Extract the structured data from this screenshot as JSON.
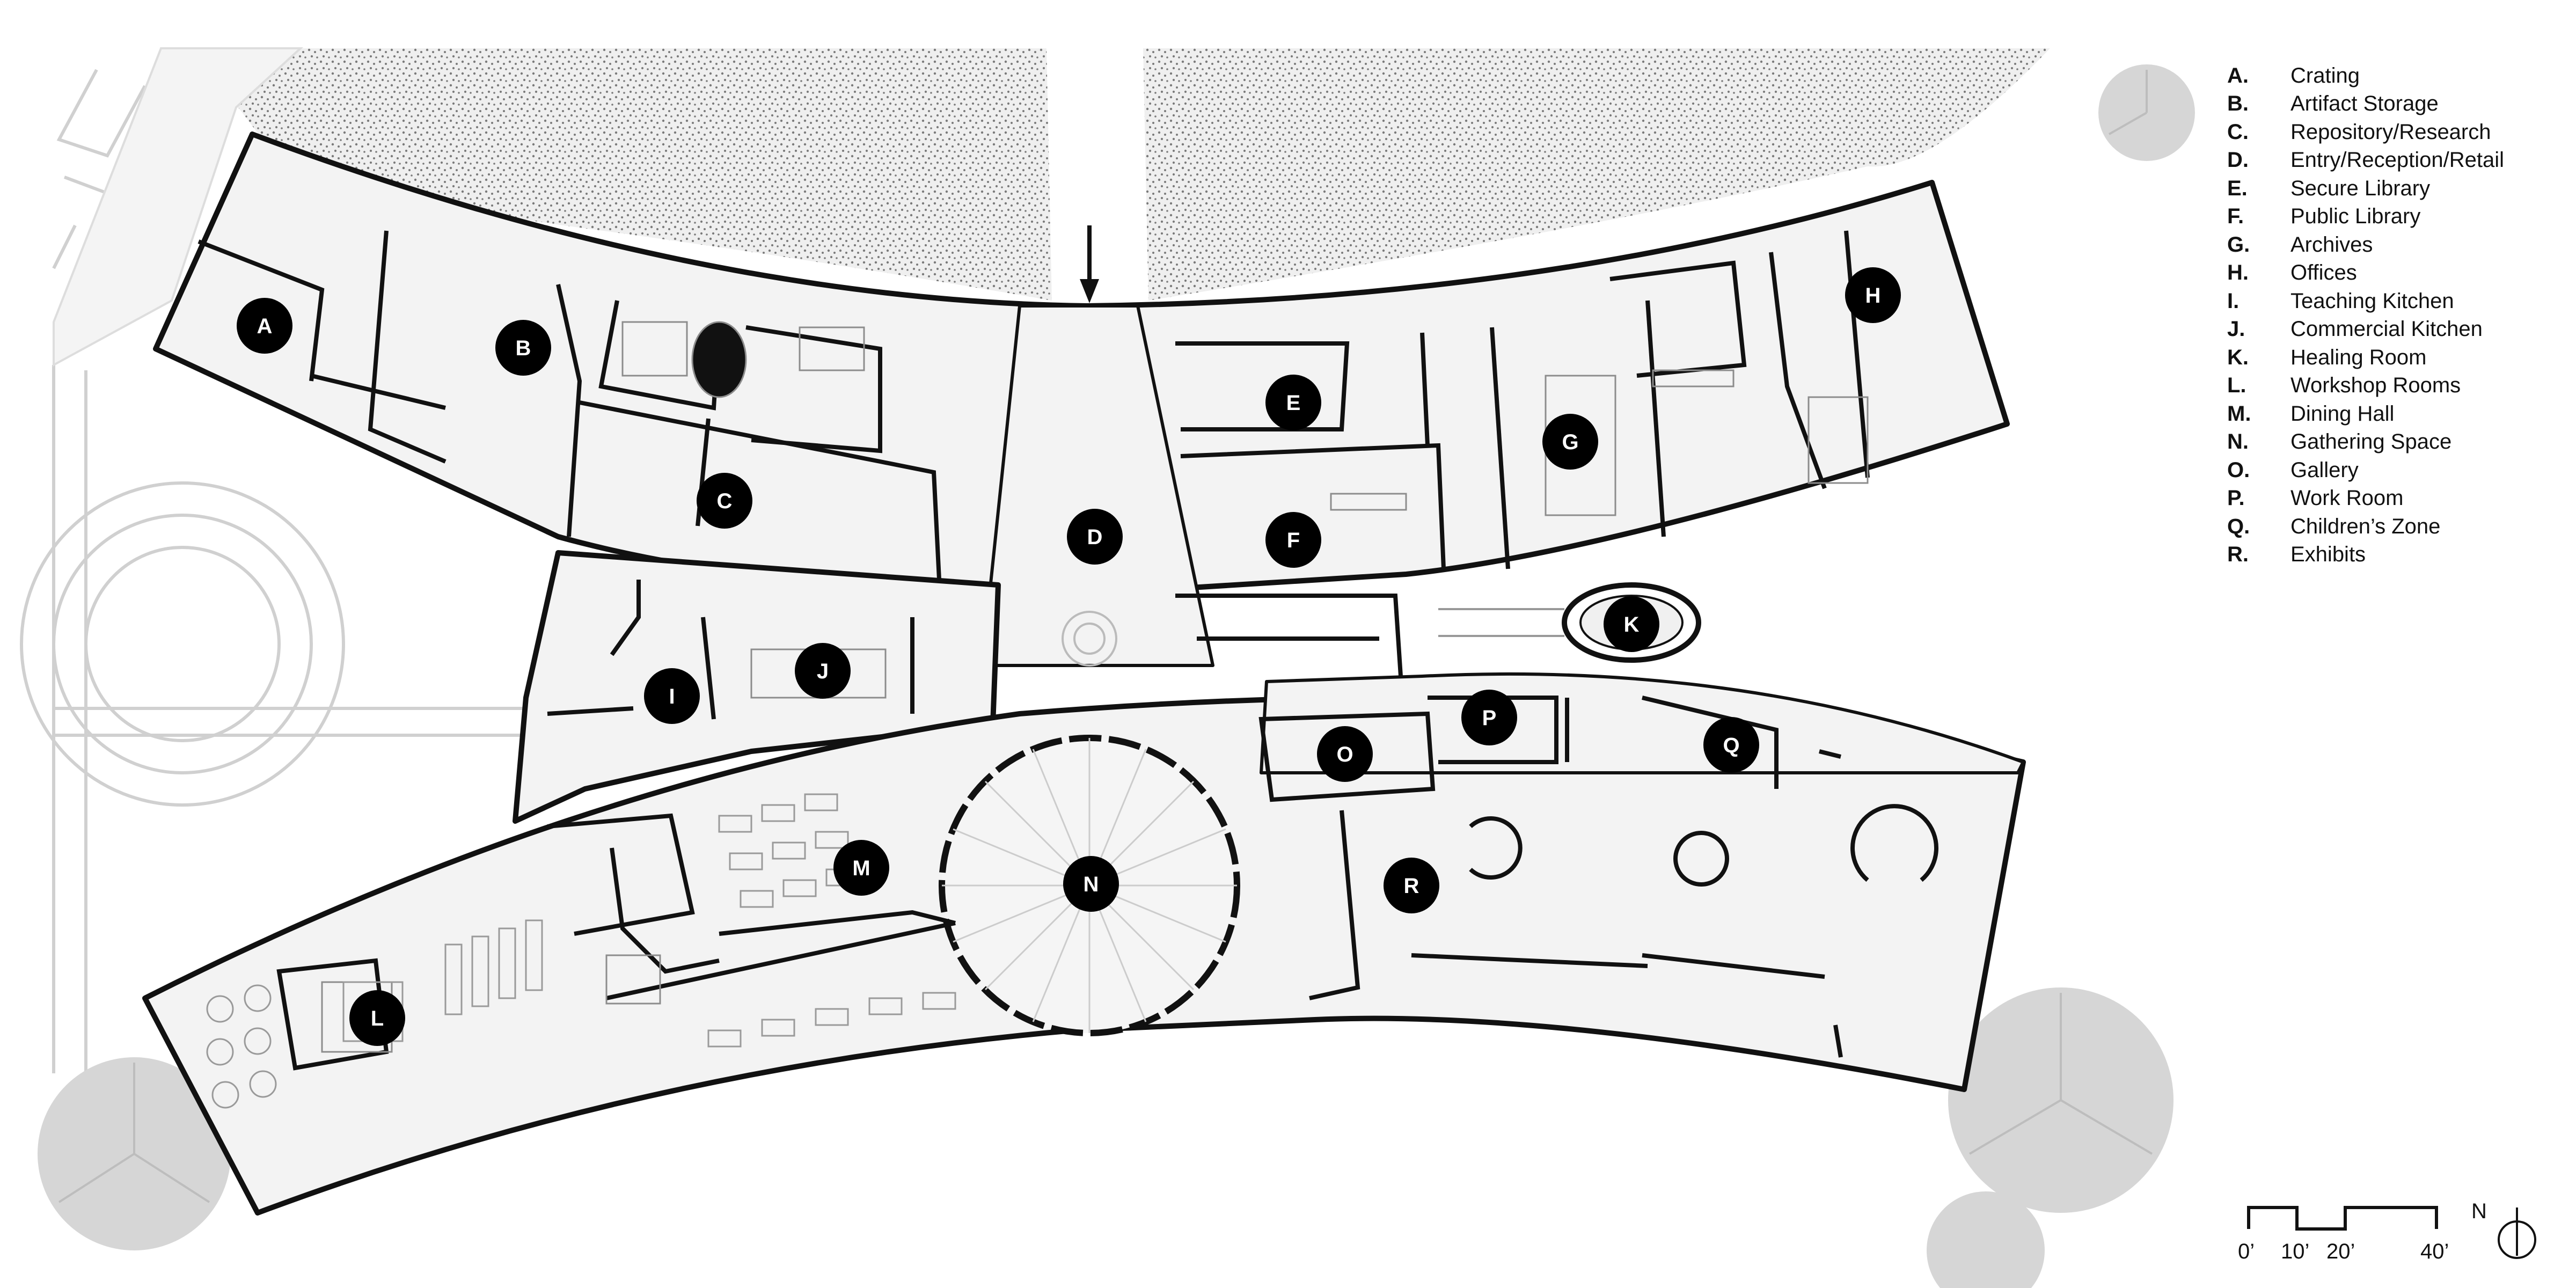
{
  "legend": [
    {
      "letter": "A.",
      "name": "Crating"
    },
    {
      "letter": "B.",
      "name": "Artifact Storage"
    },
    {
      "letter": "C.",
      "name": "Repository/Research"
    },
    {
      "letter": "D.",
      "name": "Entry/Reception/Retail"
    },
    {
      "letter": "E.",
      "name": "Secure Library"
    },
    {
      "letter": "F.",
      "name": "Public Library"
    },
    {
      "letter": "G.",
      "name": "Archives"
    },
    {
      "letter": "H.",
      "name": "Offices"
    },
    {
      "letter": "I.",
      "name": "Teaching Kitchen"
    },
    {
      "letter": "J.",
      "name": "Commercial Kitchen"
    },
    {
      "letter": "K.",
      "name": "Healing Room"
    },
    {
      "letter": "L.",
      "name": "Workshop Rooms"
    },
    {
      "letter": "M.",
      "name": "Dining Hall"
    },
    {
      "letter": "N.",
      "name": "Gathering Space"
    },
    {
      "letter": "O.",
      "name": "Gallery"
    },
    {
      "letter": "P.",
      "name": "Work Room"
    },
    {
      "letter": "Q.",
      "name": "Children’s Zone"
    },
    {
      "letter": "R.",
      "name": "Exhibits"
    }
  ],
  "rooms": {
    "A": "A",
    "B": "B",
    "C": "C",
    "D": "D",
    "E": "E",
    "F": "F",
    "G": "G",
    "H": "H",
    "I": "I",
    "J": "J",
    "K": "K",
    "L": "L",
    "M": "M",
    "N": "N",
    "O": "O",
    "P": "P",
    "Q": "Q",
    "R": "R"
  },
  "scale_bar": {
    "ticks": [
      "0’",
      "10’",
      "20’",
      "40’"
    ]
  },
  "north_arrow": {
    "label": "N"
  },
  "colors": {
    "wall": "#111111",
    "floor": "#f2f2f2",
    "marker": "#000000",
    "landscape": "#d9d9d9",
    "stipple": "#8a8a8a"
  }
}
